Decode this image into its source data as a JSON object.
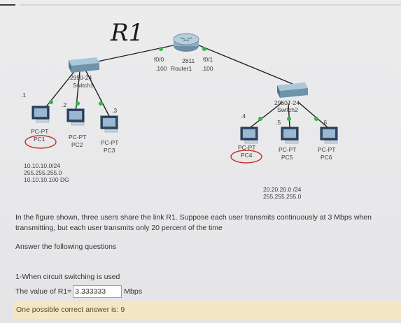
{
  "diagram": {
    "handwritten_label": "R1",
    "router": {
      "port_left": "f0/0",
      "model": "2811",
      "port_right": "f0/1",
      "ip_left": ".100",
      "name": "Router1",
      "ip_right": ".100"
    },
    "switch1": {
      "model": "2950-24",
      "name": "Switch1"
    },
    "switch2": {
      "model": "2950T-24",
      "name": "Switch2"
    },
    "octets": {
      "pc1": ".1",
      "pc2": ".2",
      "pc3": ".3",
      "pc4": ".4",
      "pc5": ".5",
      "pc6": ".6"
    },
    "pcs": [
      {
        "type": "PC-PT",
        "name": "PC1"
      },
      {
        "type": "PC-PT",
        "name": "PC2"
      },
      {
        "type": "PC-PT",
        "name": "PC3"
      },
      {
        "type": "PC-PT",
        "name": "PC4"
      },
      {
        "type": "PC-PT",
        "name": "PC5"
      },
      {
        "type": "PC-PT",
        "name": "PC6"
      }
    ],
    "left_note": [
      "10.10.10.0/24",
      "255.255.255.0",
      "10.10.10.100 DG"
    ],
    "right_note": [
      "20.20.20.0 /24",
      "255.255.255.0"
    ]
  },
  "question": {
    "text": "In the figure shown, three users share the link R1. Suppose each user transmits continuously at 3 Mbps when transmitting, but each user transmits only 20 percent of the time",
    "instruction": "Answer the following questions"
  },
  "subquestion": {
    "label": "1-When circuit switching is used",
    "prefix": "The value of R1=",
    "value": "3.333333",
    "unit": "Mbps"
  },
  "feedback": {
    "text": "One possible correct answer is: 9"
  }
}
